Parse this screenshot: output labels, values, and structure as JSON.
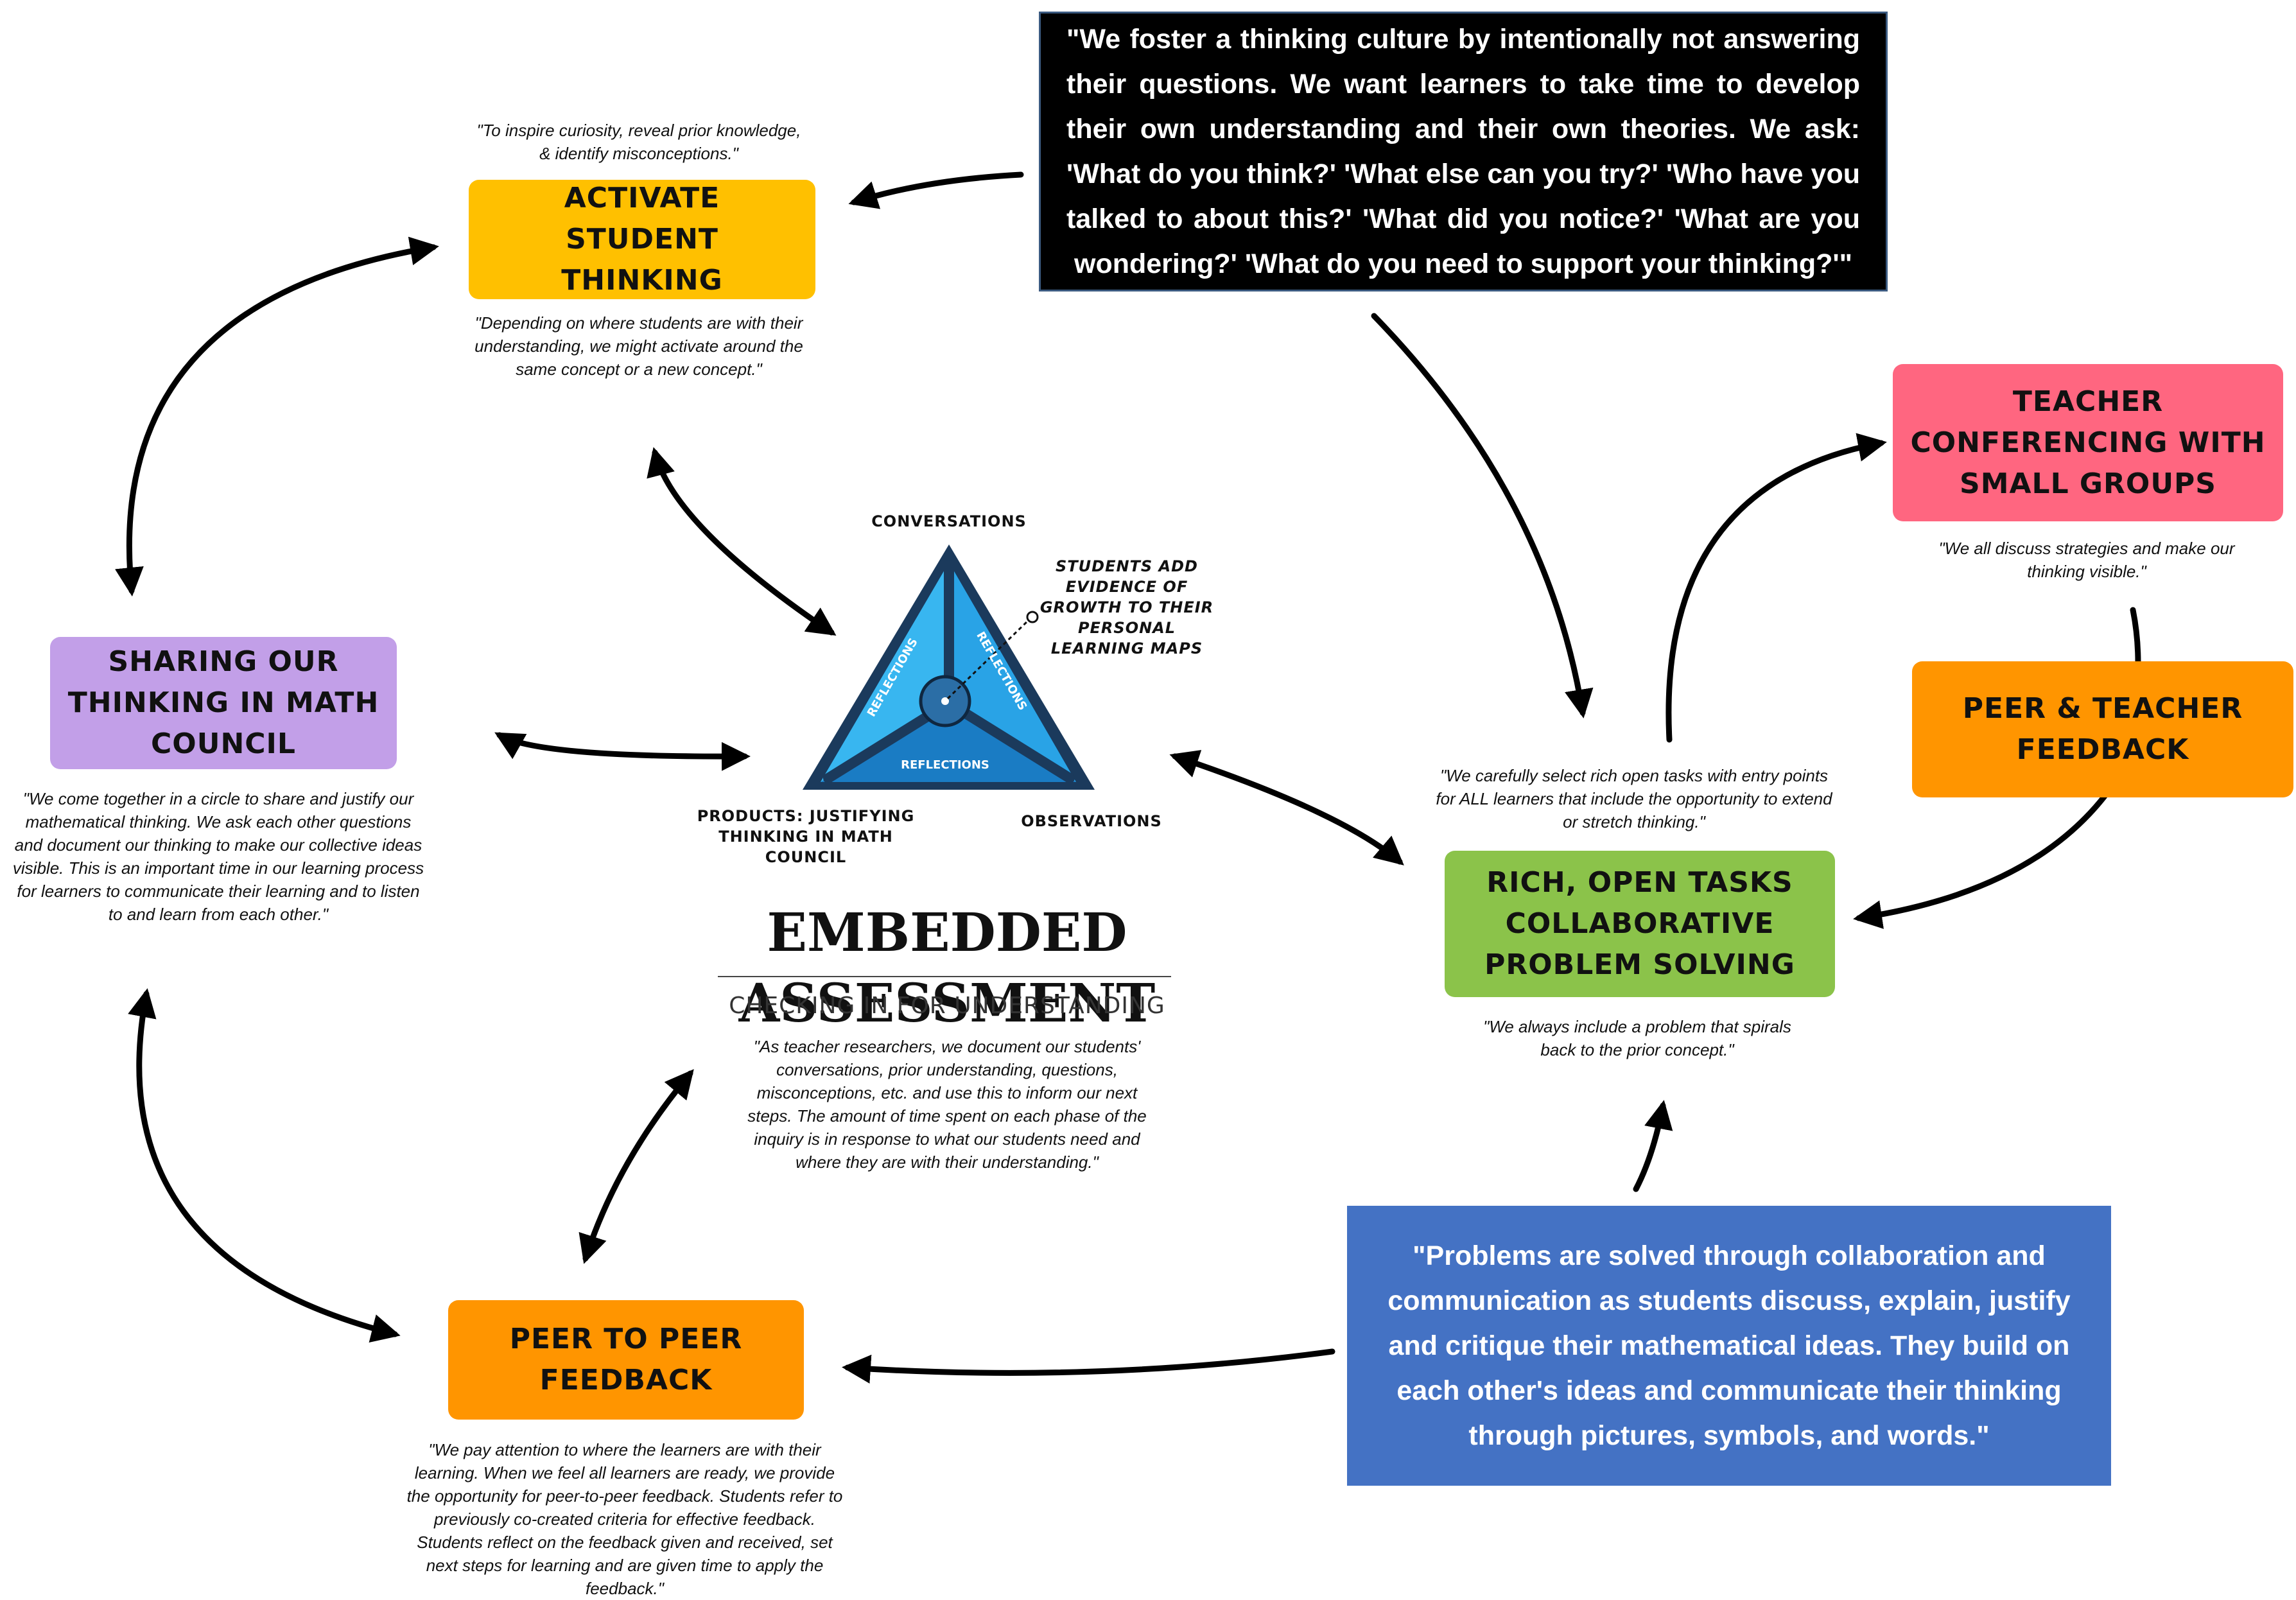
{
  "title": "EMBEDDED ASSESSMENT",
  "subtitle": "CHECKING IN FOR UNDERSTANDING",
  "center_quote": "\"As teacher researchers, we document our students' conversations, prior understanding, questions, misconceptions, etc. and use this to inform our next steps. The amount of time spent on each phase of the inquiry is in response to what our students need and where they are with their understanding.\"",
  "colors": {
    "activate": "#FFC000",
    "teacher_conf": "#FF6680",
    "peer_teacher": "#FF9500",
    "rich_tasks": "#8BC34A",
    "peer_peer": "#FF9500",
    "sharing": "#C29FE8",
    "black_quote_bg": "#000000",
    "blue_quote_bg": "#4472C4"
  },
  "boxes": {
    "activate": {
      "label": "ACTIVATE STUDENT THINKING",
      "quote_above": "\"To inspire curiosity, reveal prior knowledge, & identify misconceptions.\"",
      "quote_below": "\"Depending on where students are with their understanding, we might activate around the same concept or a new concept.\""
    },
    "teacher_conf": {
      "label": "TEACHER CONFERENCING WITH SMALL GROUPS",
      "quote": "\"We all discuss strategies and make our thinking visible.\""
    },
    "peer_teacher": {
      "label": "PEER & TEACHER FEEDBACK"
    },
    "rich_tasks": {
      "label": "RICH, OPEN TASKS COLLABORATIVE PROBLEM SOLVING",
      "quote_above": "\"We carefully select  rich open tasks with entry points for ALL learners that include the opportunity to extend or stretch thinking.\"",
      "quote_below": "\"We always include a problem that spirals back to the prior concept.\""
    },
    "peer_peer": {
      "label": "PEER TO PEER FEEDBACK",
      "quote": "\"We pay attention to where the learners are with their learning. When we feel all learners are ready, we provide the opportunity for peer-to-peer feedback. Students refer to previously co-created criteria for effective feedback. Students reflect on the feedback given and received, set next steps for learning and are given time to apply the feedback.\""
    },
    "sharing": {
      "label": "SHARING OUR THINKING IN MATH COUNCIL",
      "quote": "\"We come together in a circle to share and justify our mathematical thinking. We ask each other questions and document our thinking to make our collective ideas visible. This is an important time in our learning process for learners to communicate their learning and to listen to and learn from each other.\""
    }
  },
  "black_quote": "\"We foster a thinking culture by intentionally not answering their questions. We want learners to take time to develop their own understanding and their own theories. We ask: 'What do you think?' 'What else can you try?' 'Who have you talked to about this?' 'What did you notice?' 'What are you wondering?' 'What do you need to support your thinking?'\"",
  "blue_quote": "\"Problems are solved through collaboration and communication as students discuss, explain, justify and critique their mathematical ideas. They build on each other's ideas and communicate their thinking through pictures, symbols, and words.\"",
  "triangle": {
    "top_label": "CONVERSATIONS",
    "left_label": "PRODUCTS: JUSTIFYING THINKING IN MATH COUNCIL",
    "right_label": "OBSERVATIONS",
    "callout": "STUDENTS ADD EVIDENCE OF GROWTH TO THEIR PERSONAL LEARNING MAPS",
    "reflection_label": "REFLECTIONS"
  }
}
